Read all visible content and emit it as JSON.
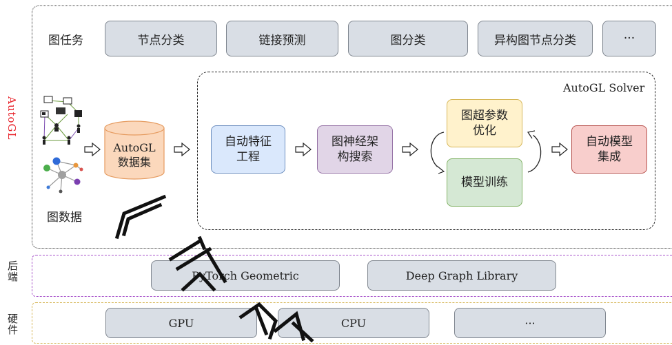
{
  "side_labels": {
    "autogl": "AutoGL",
    "backend": "后端",
    "hardware": "硬件"
  },
  "tasks": {
    "label": "图任务",
    "items": [
      "节点分类",
      "链接预测",
      "图分类",
      "异构图节点分类",
      "···"
    ]
  },
  "graph_data": {
    "label": "图数据"
  },
  "dataset": {
    "line1": "AutoGL",
    "line2": "数据集"
  },
  "solver": {
    "title": "AutoGL Solver",
    "feature_eng": [
      "自动特征",
      "工程"
    ],
    "nas": [
      "图神经架",
      "构搜索"
    ],
    "hpo": [
      "图超参数",
      "优化"
    ],
    "training": "模型训练",
    "ensemble": [
      "自动模型",
      "集成"
    ]
  },
  "backend": {
    "items": [
      "PyTorch Geometric",
      "Deep Graph Library"
    ]
  },
  "hardware": {
    "items": [
      "GPU",
      "CPU",
      "···"
    ]
  },
  "colors": {
    "autogl_label": "#e8222a",
    "feature_fill": "#dae8fc",
    "feature_border": "#6c8ebf",
    "nas_fill": "#e1d5e7",
    "nas_border": "#9673a6",
    "hpo_fill": "#fff2cc",
    "hpo_border": "#d6b656",
    "train_fill": "#d5e8d4",
    "train_border": "#82b366",
    "ensemble_fill": "#f8cecc",
    "ensemble_border": "#b85450",
    "dataset_fill": "#fbd8bc",
    "dataset_border": "#e59a5e",
    "backend_border": "#a64fc9",
    "hardware_border": "#d6b656"
  }
}
